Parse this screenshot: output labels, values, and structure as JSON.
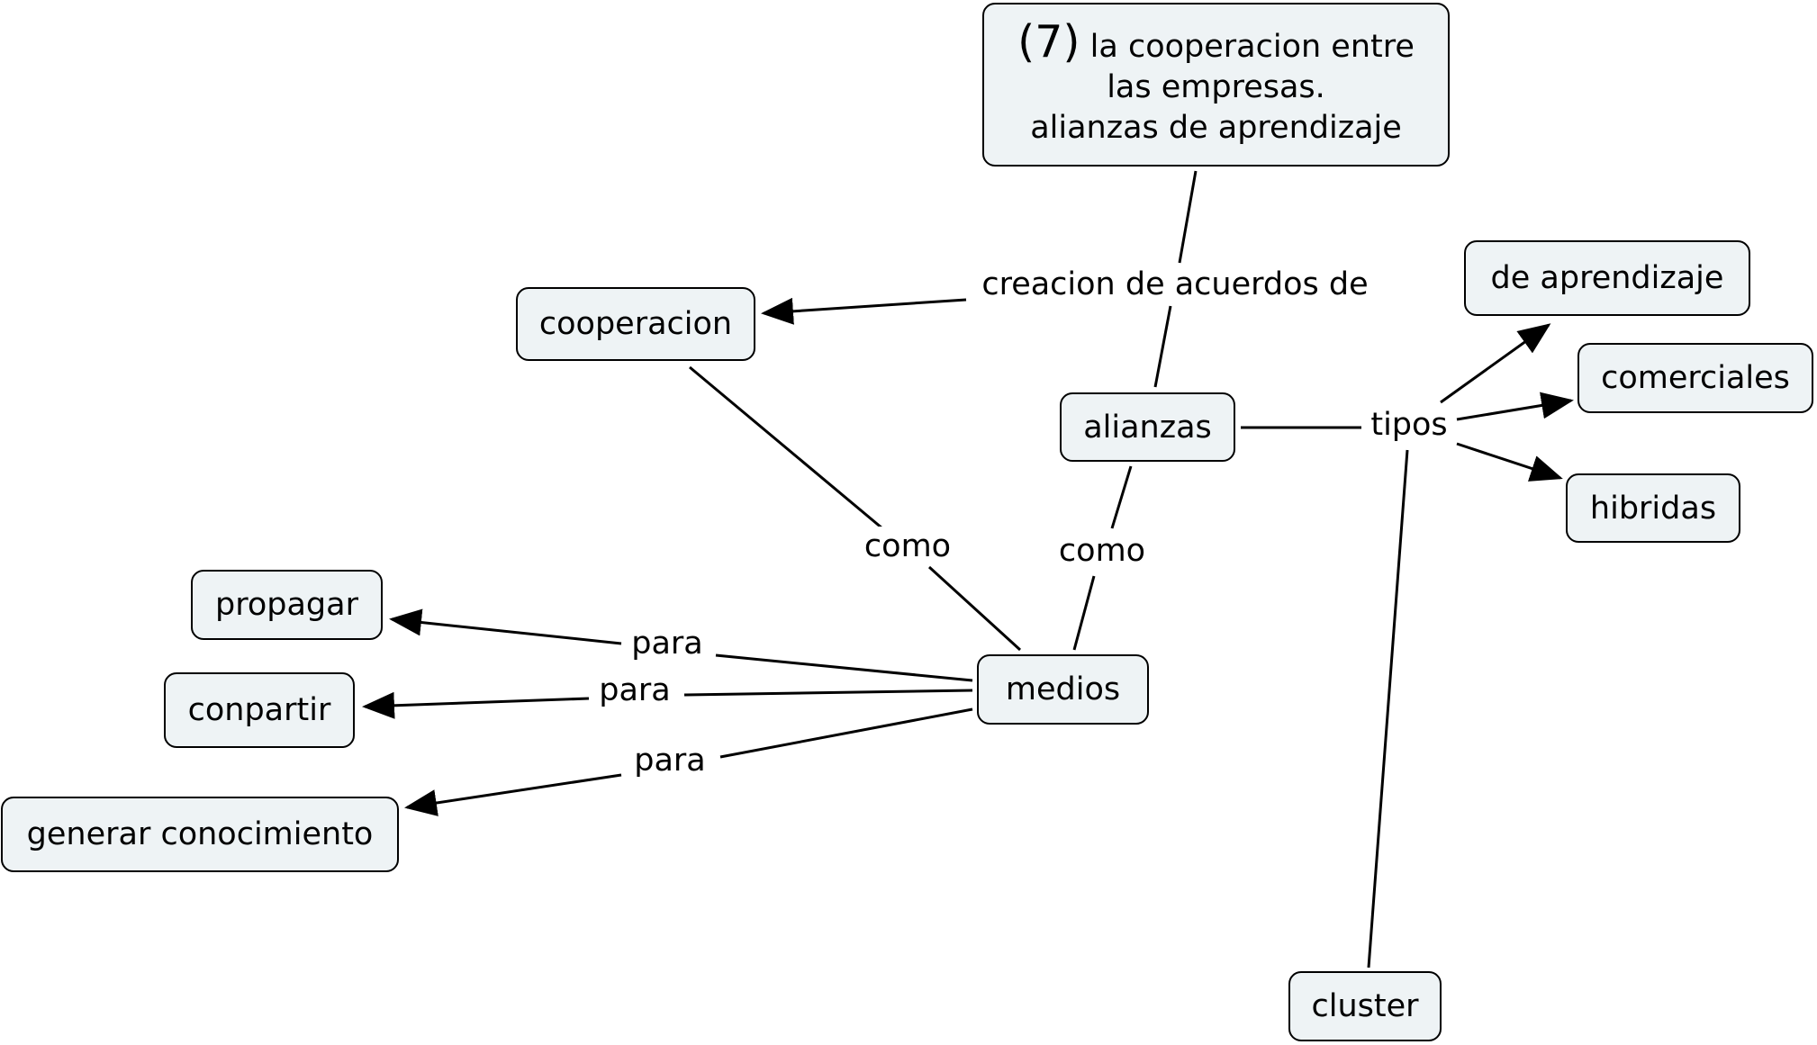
{
  "nodes": {
    "main": {
      "num": "(7)",
      "line1": "la cooperacion entre",
      "line2": "las empresas.",
      "line3": "alianzas de aprendizaje"
    },
    "cooperacion": "cooperacion",
    "alianzas": "alianzas",
    "de_aprendizaje": "de aprendizaje",
    "comerciales": "comerciales",
    "hibridas": "hibridas",
    "propagar": "propagar",
    "conpartir": "conpartir",
    "generar_conocimiento": "generar conocimiento",
    "medios": "medios",
    "cluster": "cluster"
  },
  "links": {
    "creacion": "creacion de acuerdos de",
    "tipos": "tipos",
    "como1": "como",
    "como2": "como",
    "para1": "para",
    "para2": "para",
    "para3": "para"
  }
}
